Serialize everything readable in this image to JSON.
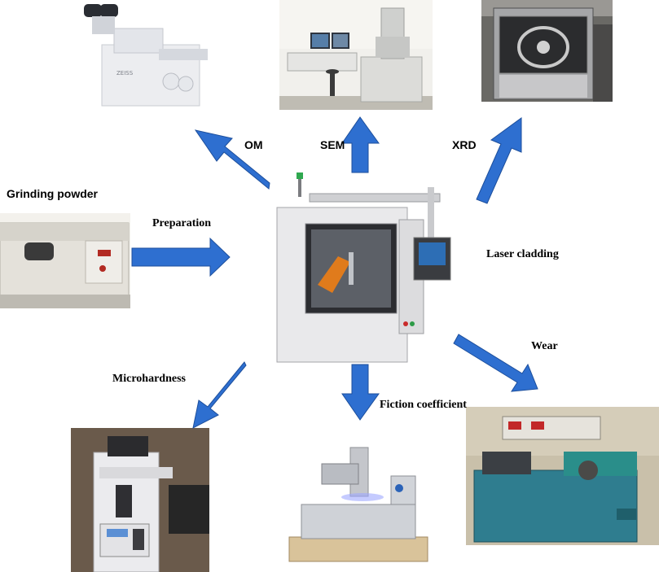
{
  "labels": {
    "om": "OM",
    "sem": "SEM",
    "xrd": "XRD",
    "grinding_powder": "Grinding powder",
    "preparation": "Preparation",
    "laser_cladding": "Laser cladding",
    "wear": "Wear",
    "microhardness": "Microhardness",
    "friction_coefficient": "Fiction coefficient"
  },
  "colors": {
    "arrow": "#2E6FD0"
  },
  "icons": {
    "om": "optical-microscope-photo",
    "sem": "scanning-electron-microscope-photo",
    "xrd": "x-ray-diffractometer-photo",
    "grinder": "grinding-machine-photo",
    "laser": "laser-cladding-machine-photo",
    "microhardness": "microhardness-tester-photo",
    "friction": "tribometer-photo",
    "wear": "wear-tester-photo"
  }
}
